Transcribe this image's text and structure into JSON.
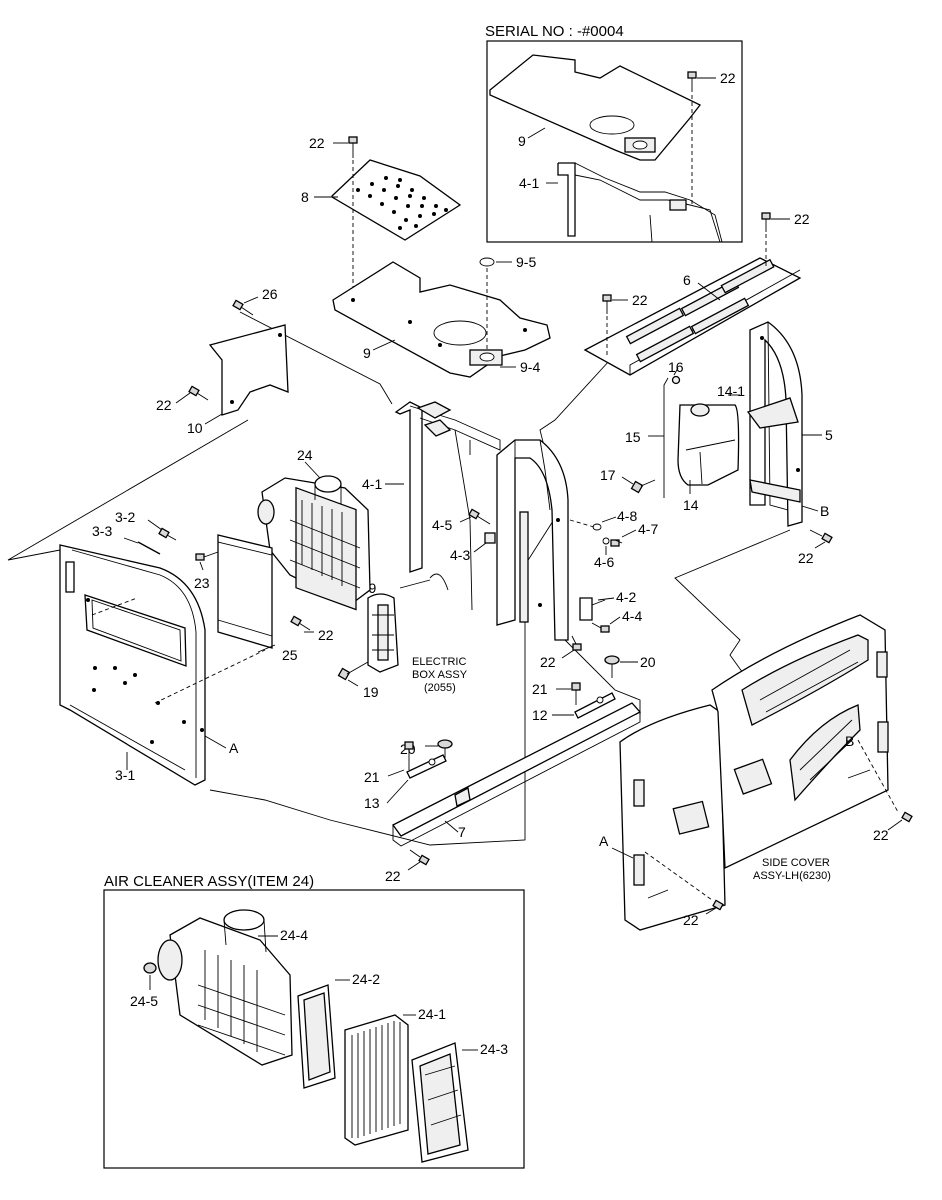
{
  "titles": {
    "serial": "SERIAL NO : -#0004",
    "air_cleaner": "AIR CLEANER ASSY(ITEM 24)"
  },
  "notes": {
    "electric_1": "ELECTRIC",
    "electric_2": "BOX ASSY",
    "electric_3": "(2055)",
    "side_1": "SIDE COVER",
    "side_2": "ASSY-LH(6230)"
  },
  "labels": {
    "l_9_ins": "9",
    "l_41_ins": "4-1",
    "l_22_ins": "22",
    "l_22_a": "22",
    "l_8": "8",
    "l_95": "9-5",
    "l_26": "26",
    "l_9": "9",
    "l_94": "9-4",
    "l_6": "6",
    "l_22_b": "22",
    "l_22_c": "22",
    "l_22_d": "22",
    "l_10": "10",
    "l_16": "16",
    "l_141": "14-1",
    "l_15": "15",
    "l_5": "5",
    "l_17": "17",
    "l_14": "14",
    "l_B1": "B",
    "l_22_e": "22",
    "l_24": "24",
    "l_41": "4-1",
    "l_45": "4-5",
    "l_48": "4-8",
    "l_47": "4-7",
    "l_46": "4-6",
    "l_43": "4-3",
    "l_32": "3-2",
    "l_33": "3-3",
    "l_23": "23",
    "l_49": "4-9",
    "l_42": "4-2",
    "l_44": "4-4",
    "l_22_f": "22",
    "l_25": "25",
    "l_22_g": "22",
    "l_20_a": "20",
    "l_21_a": "21",
    "l_12": "12",
    "l_19": "19",
    "l_A1": "A",
    "l_31": "3-1",
    "l_20_b": "20",
    "l_21_b": "21",
    "l_13": "13",
    "l_7": "7",
    "l_22_h": "22",
    "l_B2": "B",
    "l_A2": "A",
    "l_22_i": "22",
    "l_22_j": "22",
    "l_244": "24-4",
    "l_242": "24-2",
    "l_245": "24-5",
    "l_241": "24-1",
    "l_243": "24-3"
  }
}
